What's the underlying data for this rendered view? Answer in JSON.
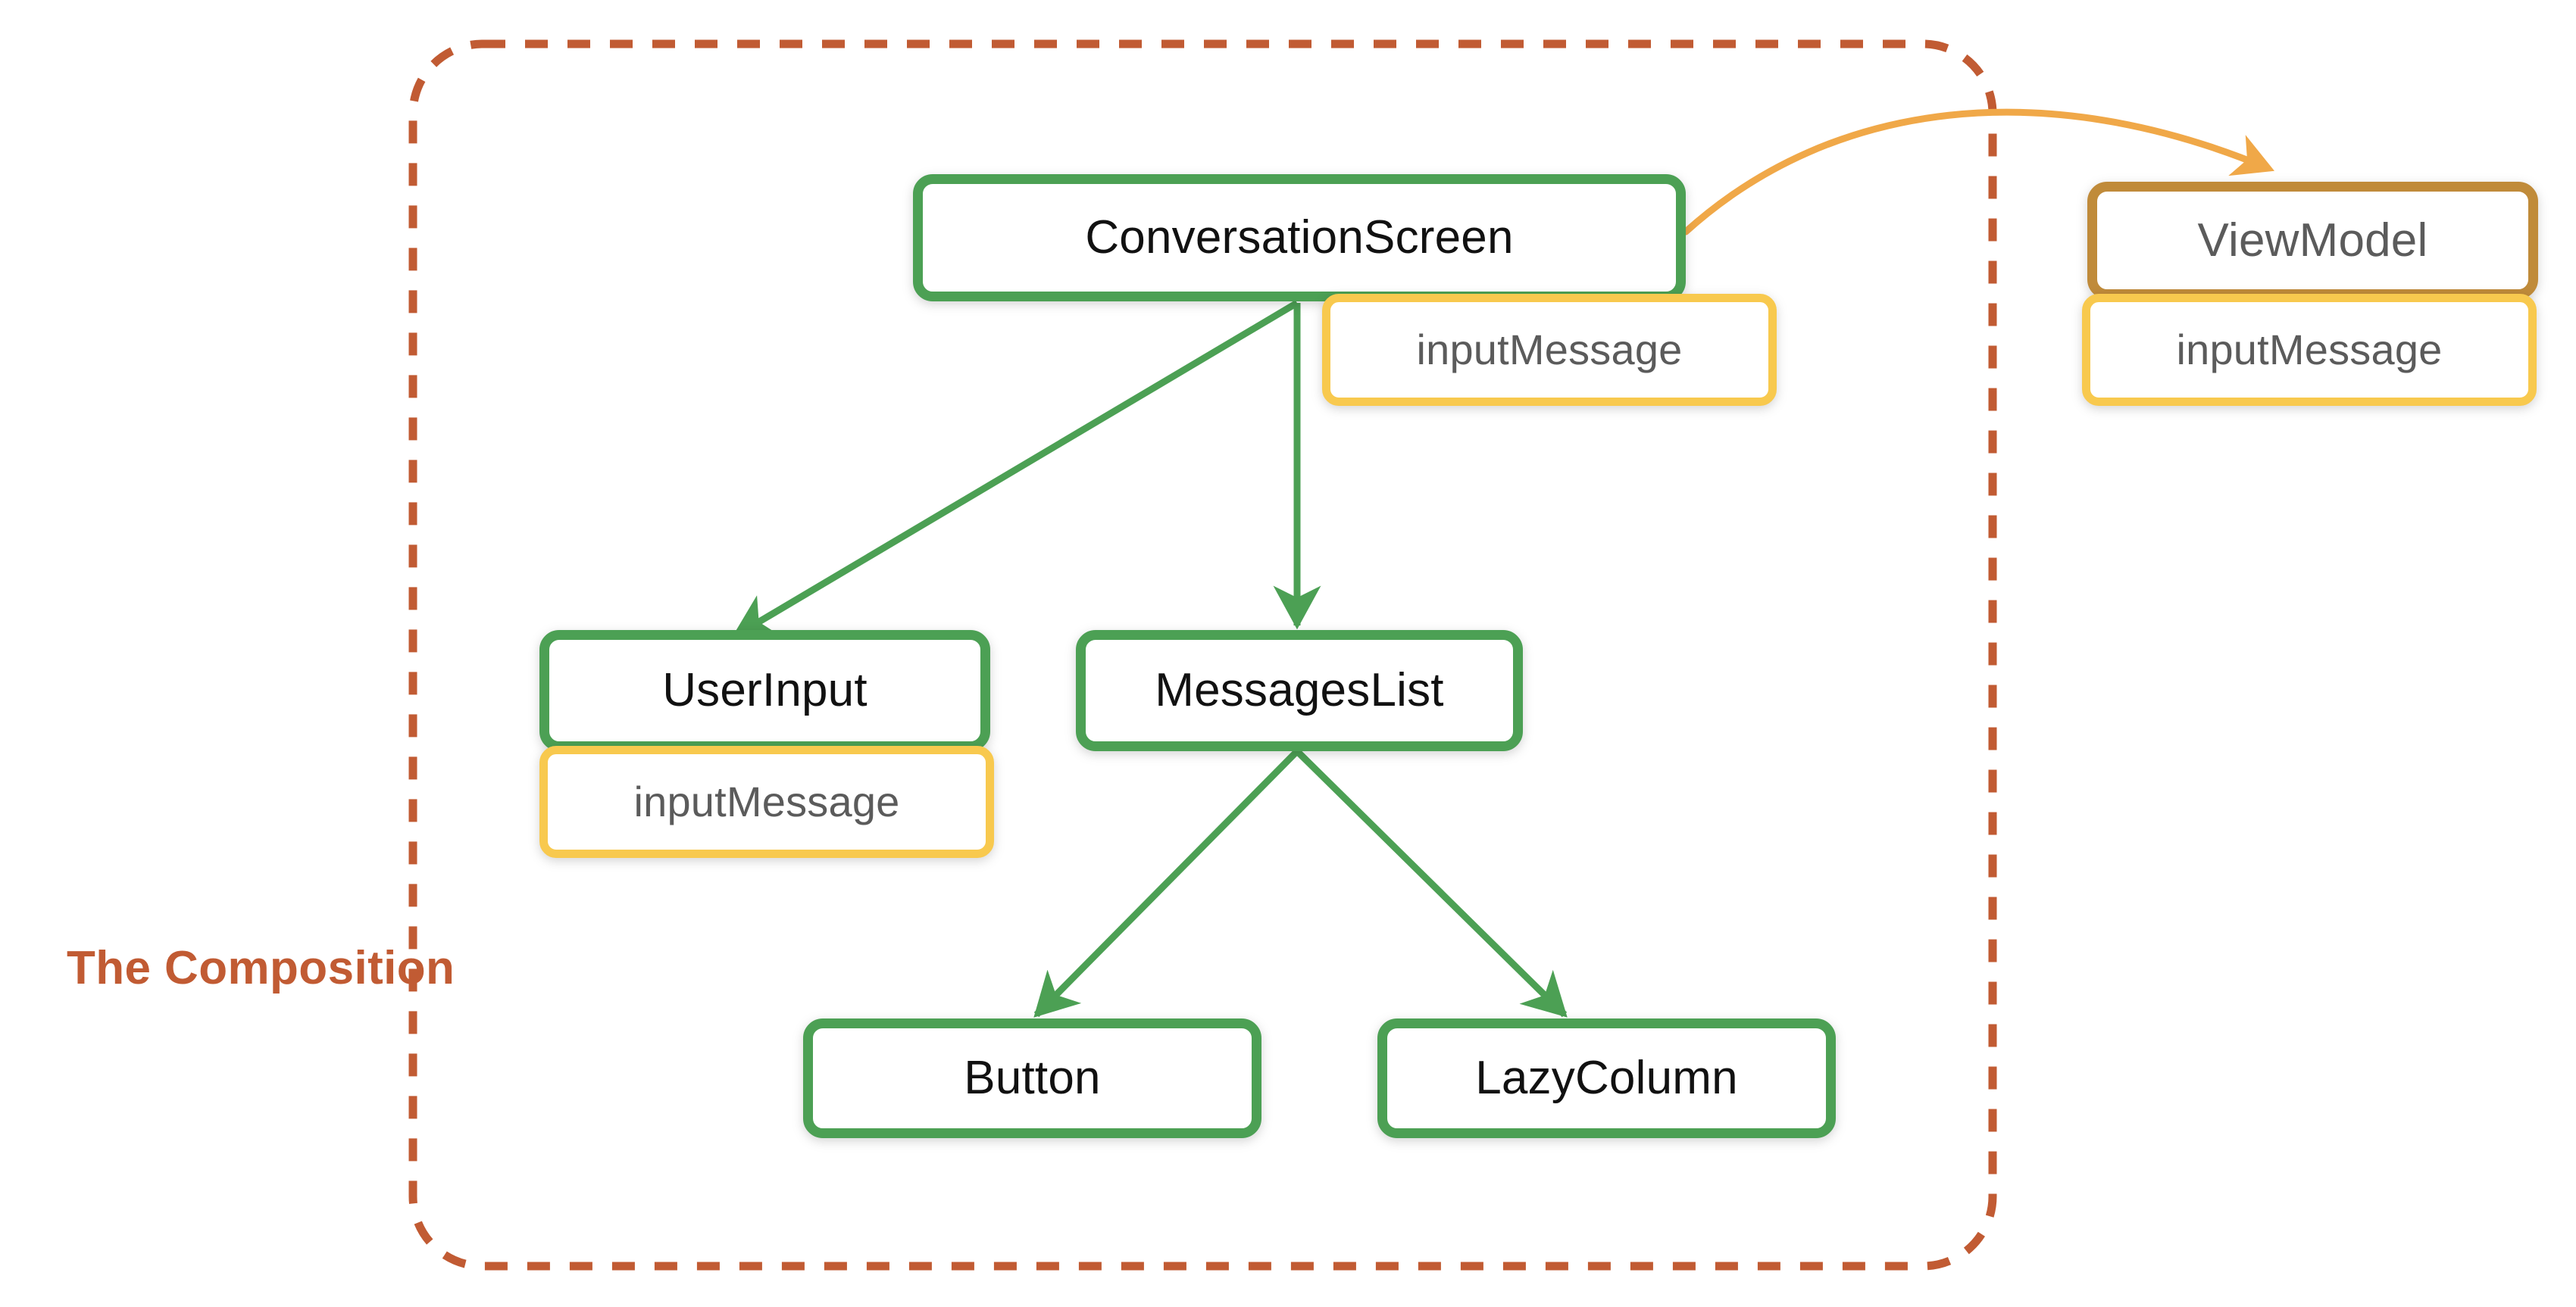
{
  "diagram": {
    "title": "The Composition",
    "region_label": "The Composition",
    "colors": {
      "composable_border": "#4CA054",
      "state_border": "#F8C94E",
      "viewmodel_border": "#C08B3A",
      "region_border": "#C15B33",
      "region_label": "#C15B33",
      "composable_text": "#111111",
      "state_text": "#5B5B5B",
      "arrow_green": "#4CA054",
      "arrow_orange": "#F0A848",
      "background": "#FFFFFF"
    }
  },
  "nodes": {
    "conversation_screen": {
      "label": "ConversationScreen",
      "kind": "composable"
    },
    "conversation_screen_state": {
      "label": "inputMessage",
      "kind": "state"
    },
    "user_input": {
      "label": "UserInput",
      "kind": "composable"
    },
    "user_input_state": {
      "label": "inputMessage",
      "kind": "state"
    },
    "messages_list": {
      "label": "MessagesList",
      "kind": "composable"
    },
    "button": {
      "label": "Button",
      "kind": "composable"
    },
    "lazy_column": {
      "label": "LazyColumn",
      "kind": "composable"
    },
    "view_model": {
      "label": "ViewModel",
      "kind": "viewmodel"
    },
    "view_model_state": {
      "label": "inputMessage",
      "kind": "state"
    }
  },
  "edges": [
    {
      "from": "conversation_screen",
      "to": "user_input",
      "color": "#4CA054",
      "style": "solid"
    },
    {
      "from": "conversation_screen",
      "to": "messages_list",
      "color": "#4CA054",
      "style": "solid"
    },
    {
      "from": "messages_list",
      "to": "button",
      "color": "#4CA054",
      "style": "solid"
    },
    {
      "from": "messages_list",
      "to": "lazy_column",
      "color": "#4CA054",
      "style": "solid"
    },
    {
      "from": "conversation_screen",
      "to": "view_model",
      "color": "#F0A848",
      "style": "curved"
    }
  ]
}
